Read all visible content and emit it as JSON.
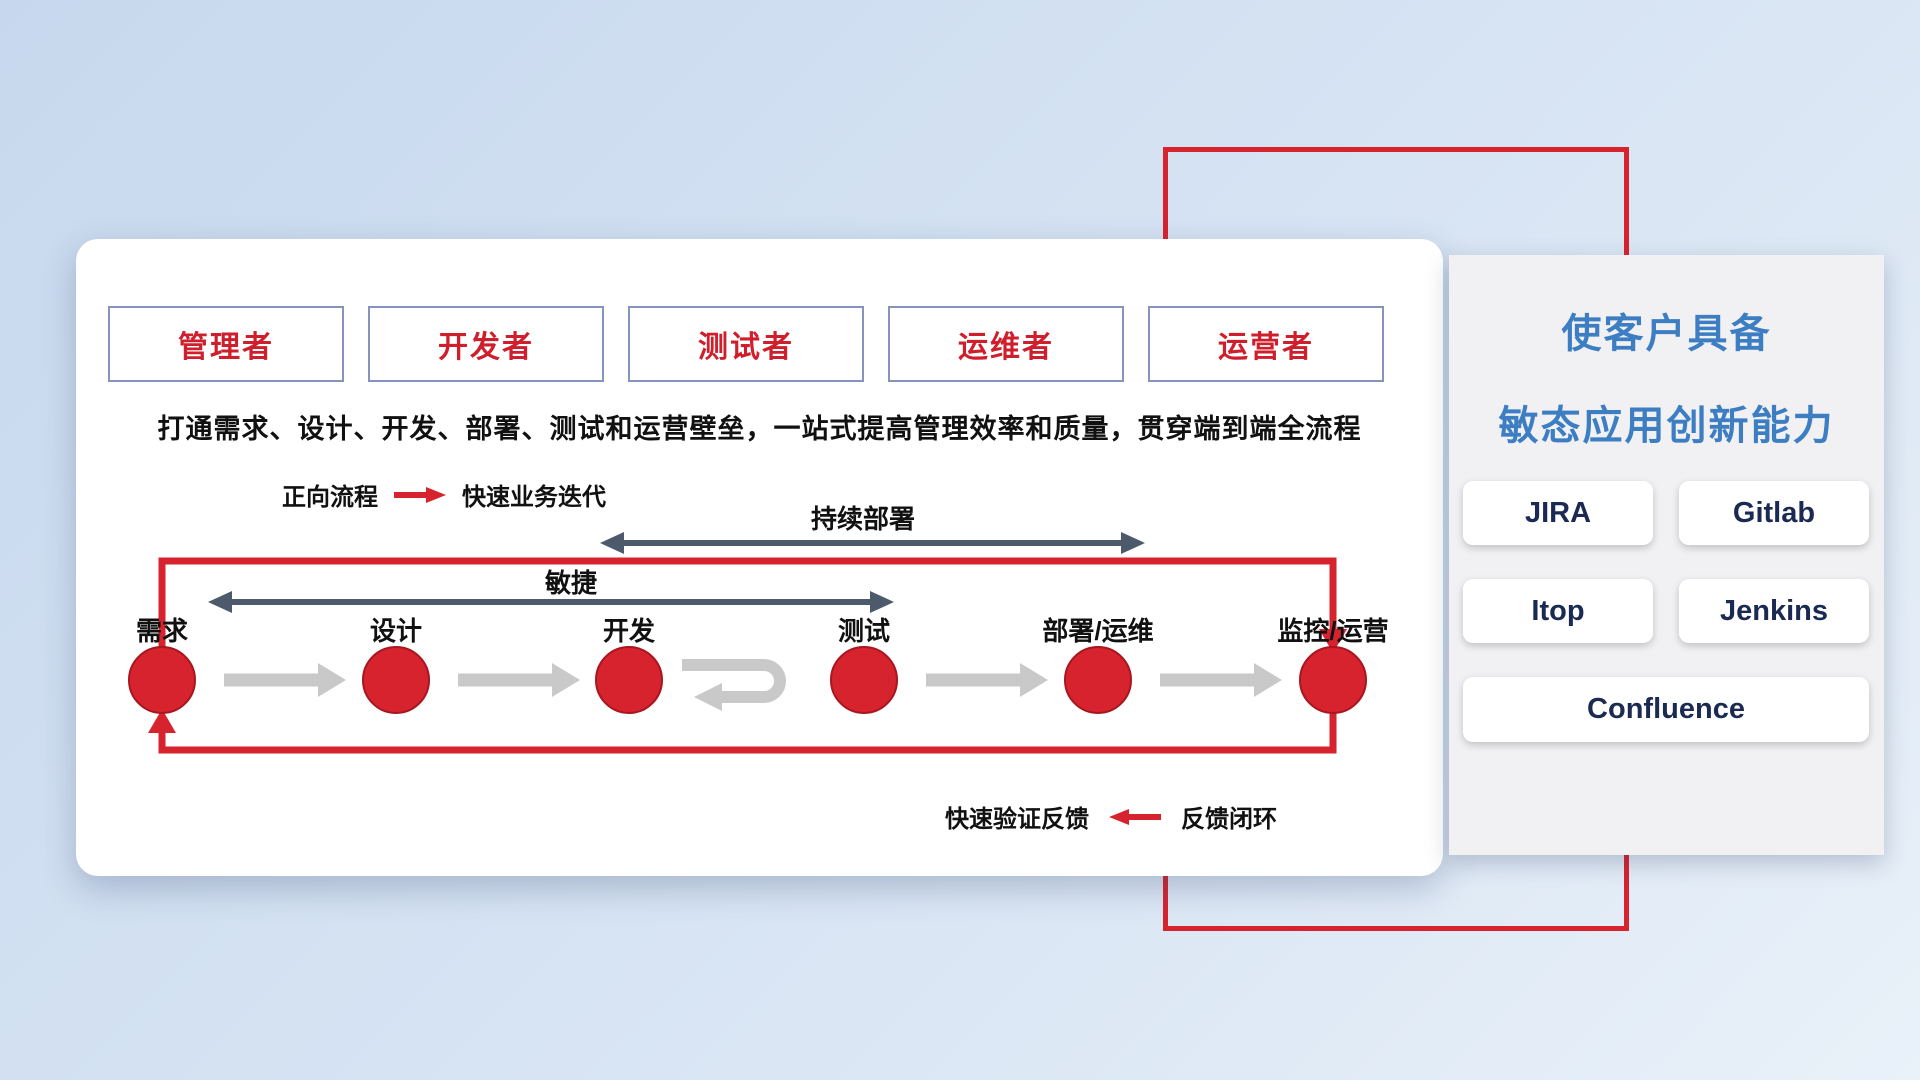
{
  "colors": {
    "accent_red": "#d6232e",
    "slate_arrow": "#4d5a6b",
    "gray_arrow": "#c9c9c9",
    "title_blue": "#3d7ec2",
    "tool_text_navy": "#1b2a52",
    "role_text_red": "#cf1f2c"
  },
  "card": {
    "roles": [
      {
        "label": "管理者"
      },
      {
        "label": "开发者"
      },
      {
        "label": "测试者"
      },
      {
        "label": "运维者"
      },
      {
        "label": "运营者"
      }
    ],
    "headline": "打通需求、设计、开发、部署、测试和运营壁垒，一站式提高管理效率和质量，贯穿端到端全流程",
    "legend": {
      "forward_label": "正向流程",
      "forward_desc": "快速业务迭代"
    },
    "flow": {
      "continuous_deploy_label": "持续部署",
      "agile_label": "敏捷",
      "nodes": [
        {
          "label": "需求"
        },
        {
          "label": "设计"
        },
        {
          "label": "开发"
        },
        {
          "label": "测试"
        },
        {
          "label": "部署/运维"
        },
        {
          "label": "监控/运营"
        }
      ],
      "feedback_text": "快速验证反馈",
      "feedback_loop_label": "反馈闭环"
    }
  },
  "panel": {
    "title_line1": "使客户具备",
    "title_line2": "敏态应用创新能力",
    "tools": [
      "JIRA",
      "Gitlab",
      "Itop",
      "Jenkins",
      "Confluence"
    ]
  }
}
